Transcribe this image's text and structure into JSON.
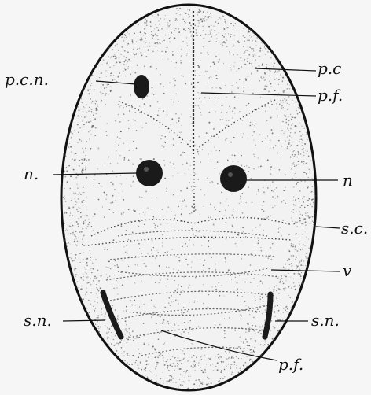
{
  "labels": {
    "pcn": "p.c.n.",
    "pc": "p.c",
    "pf_top": "p.f.",
    "n_left": "n.",
    "n_right": "n",
    "sc": "s.c.",
    "v": "v",
    "sn_left": "s.n.",
    "sn_right": "s.n.",
    "pf_bottom": "p.f."
  },
  "colors": {
    "ink": "#111111",
    "paper": "#f6f6f6",
    "stipple": "#555555"
  }
}
